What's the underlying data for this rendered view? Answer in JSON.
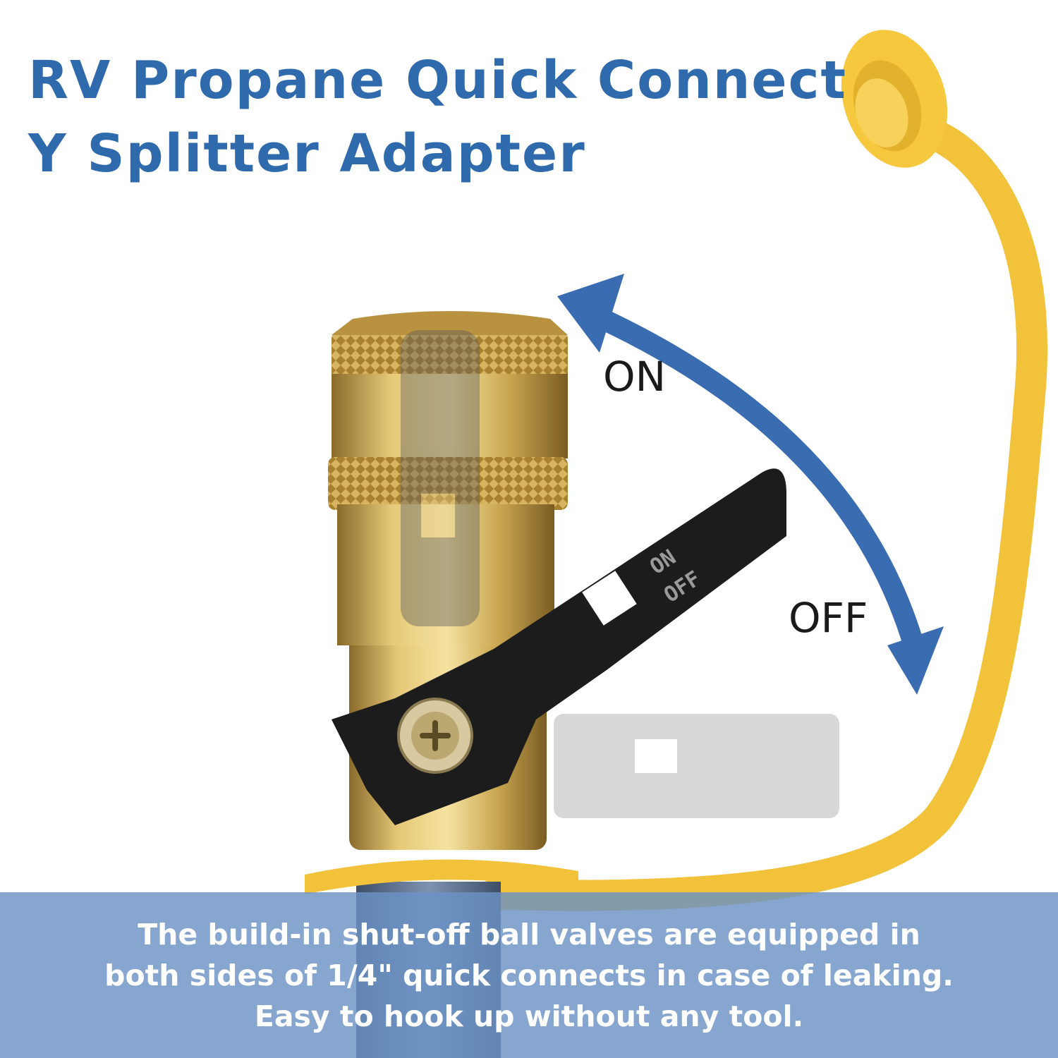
{
  "title": {
    "line1": "RV Propane Quick Connect",
    "line2": "Y Splitter Adapter"
  },
  "labels": {
    "on": "ON",
    "off": "OFF"
  },
  "handle_marks": {
    "on": "ON",
    "off": "OFF"
  },
  "caption": {
    "line1": "The build-in shut-off ball valves are equipped in",
    "line2": "both sides of 1/4\" quick connects in case of leaking.",
    "line3": "Easy to hook up without any tool."
  },
  "colors": {
    "title": "#2f6aad",
    "arrow": "#3a6cb1",
    "caption_band": "#6b92c6",
    "brass": "#c9a650",
    "cap_yellow": "#f2c23a",
    "handle": "#1c1c1c"
  },
  "icons": [
    "rotation-arrow-icon",
    "screw-icon",
    "dust-cap-icon"
  ]
}
